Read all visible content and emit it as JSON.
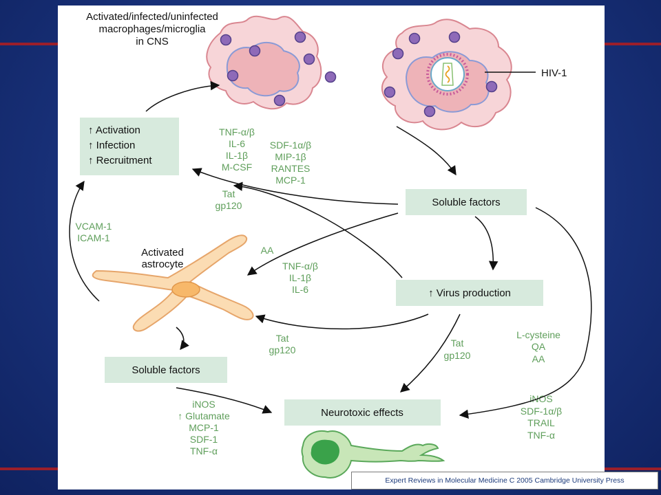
{
  "title_lines": [
    "Activated/infected/uninfected",
    "macrophages/microglia",
    "in CNS"
  ],
  "hiv_label": "HIV-1",
  "boxes": {
    "activation": [
      "↑ Activation",
      "↑ Infection",
      "↑ Recruitment"
    ],
    "soluble_factors_top": "Soluble factors",
    "virus_production": "↑ Virus production",
    "soluble_factors_bottom": "Soluble factors",
    "neurotoxic": "Neurotoxic effects"
  },
  "labels": {
    "macrophage_left": [
      "TNF-α/β",
      "IL-6",
      "IL-1β",
      "M-CSF"
    ],
    "macrophage_right": [
      "SDF-1α/β",
      "MIP-1β",
      "RANTES",
      "MCP-1"
    ],
    "tat_upper": [
      "Tat",
      "gp120"
    ],
    "adhesion": [
      "VCAM-1",
      "ICAM-1"
    ],
    "astrocyte": [
      "Activated",
      "astrocyte"
    ],
    "aa": "AA",
    "astro_cytokines": [
      "TNF-α/β",
      "IL-1β",
      "IL-6"
    ],
    "tat_middle": [
      "Tat",
      "gp120"
    ],
    "tat_right": [
      "Tat",
      "gp120"
    ],
    "lcys": [
      "L-cysteine",
      "QA",
      "AA"
    ],
    "inos_left": [
      "iNOS",
      "↑ Glutamate",
      "MCP-1",
      "SDF-1",
      "TNF-α"
    ],
    "inos_right": [
      "iNOS",
      "SDF-1α/β",
      "TRAIL",
      "TNF-α"
    ]
  },
  "credit": "Expert Reviews in Molecular Medicine C 2005 Cambridge University Press",
  "colors": {
    "label_green": "#5e9e5a",
    "box_fill": "#d7eadd",
    "cell_fill": "#f7d5d8",
    "cell_stroke": "#d98690",
    "astrocyte_fill": "#fbdcb3",
    "neuron_fill": "#c8e6b8",
    "neuron_nucleus": "#3aa24a",
    "granule": "#8e6ab8"
  }
}
